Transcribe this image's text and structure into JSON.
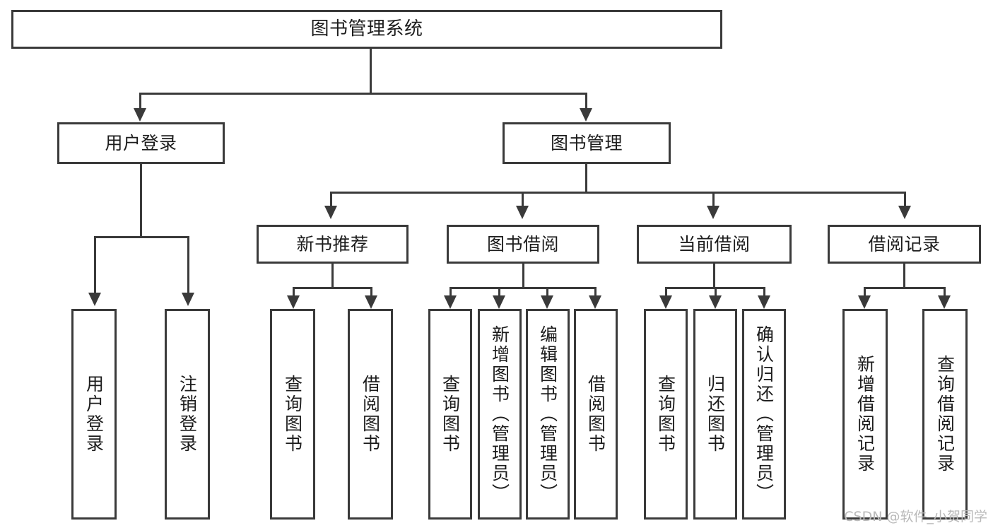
{
  "diagram": {
    "title": "图书管理系统",
    "type": "hierarchy-tree",
    "root": {
      "label": "图书管理系统"
    },
    "level2": [
      {
        "label": "用户登录"
      },
      {
        "label": "图书管理"
      }
    ],
    "level3": [
      {
        "label": "新书推荐"
      },
      {
        "label": "图书借阅"
      },
      {
        "label": "当前借阅"
      },
      {
        "label": "借阅记录"
      }
    ],
    "leaves": {
      "user_login": [
        {
          "label": "用户登录"
        },
        {
          "label": "注销登录"
        }
      ],
      "new_book_recommend": [
        {
          "label": "查询图书"
        },
        {
          "label": "借阅图书"
        }
      ],
      "book_borrow": [
        {
          "label": "查询图书"
        },
        {
          "label": "新增图书（管理员）"
        },
        {
          "label": "编辑图书（管理员）"
        },
        {
          "label": "借阅图书"
        }
      ],
      "current_borrow": [
        {
          "label": "查询图书"
        },
        {
          "label": "归还图书"
        },
        {
          "label": "确认归还（管理员）"
        }
      ],
      "borrow_record": [
        {
          "label": "新增借阅记录"
        },
        {
          "label": "查询借阅记录"
        }
      ]
    }
  },
  "watermark": {
    "text": "CSDN @软件_小贺同学"
  }
}
